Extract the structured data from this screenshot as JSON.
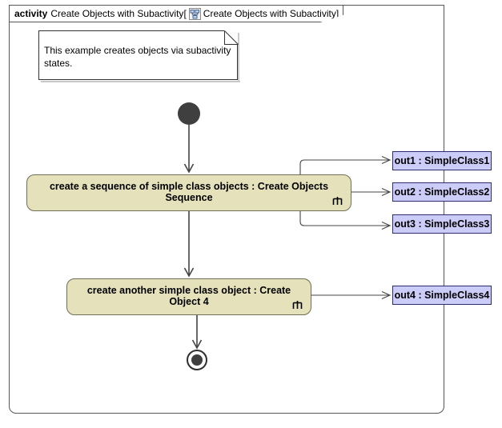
{
  "frame": {
    "keyword": "activity",
    "name": "Create Objects with Subactivity",
    "bracket_open": "[",
    "icon": "subactivity-icon",
    "inner_name": "Create Objects with Subactivity",
    "bracket_close": "]"
  },
  "note": {
    "text": "This example creates objects via subactivity states."
  },
  "nodes": {
    "initial": {
      "name": "initial-node"
    },
    "final": {
      "name": "final-node"
    },
    "activities": [
      {
        "label": "create a sequence of simple class objects : Create Objects Sequence",
        "symbol": "rake-icon"
      },
      {
        "label": "create another simple class object : Create Object 4",
        "symbol": "rake-icon"
      }
    ],
    "objects": [
      {
        "label": "out1 : SimpleClass1"
      },
      {
        "label": "out2 : SimpleClass2"
      },
      {
        "label": "out3 : SimpleClass3"
      },
      {
        "label": "out4 : SimpleClass4"
      }
    ]
  },
  "colors": {
    "activity_fill": "#e4e1bb",
    "activity_border": "#6f6f55",
    "object_fill": "#ccccf9",
    "object_border": "#2c2c68",
    "node_dark": "#3f3f3f",
    "edge": "#444444",
    "frame_border": "#55555a",
    "shadow": "#c9c9c9"
  }
}
